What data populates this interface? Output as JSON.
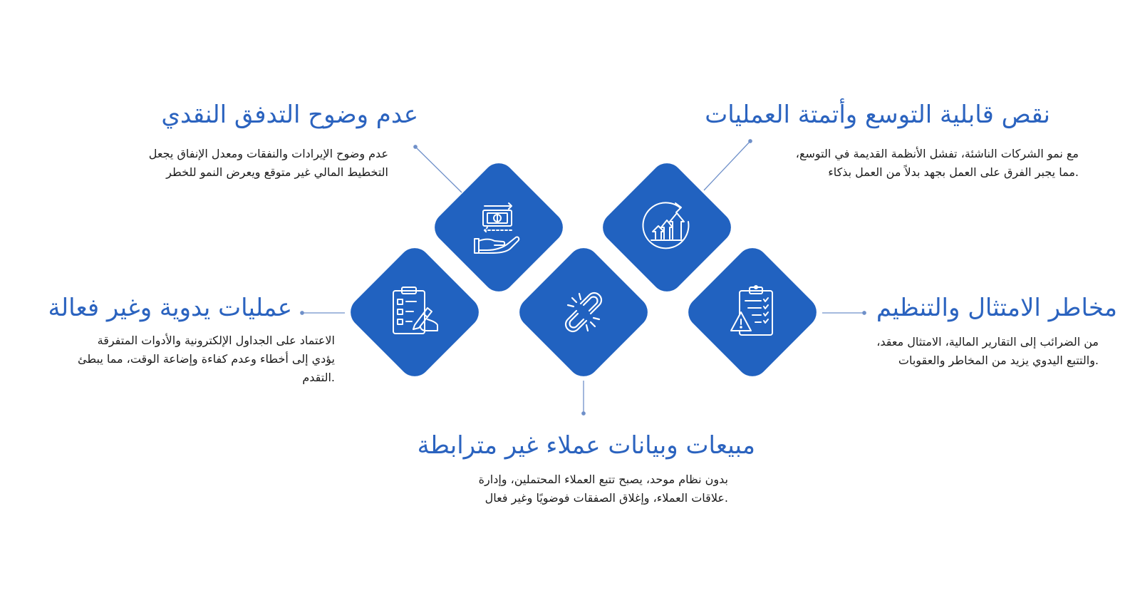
{
  "colors": {
    "accent": "#2162c0",
    "title": "#2b63bf",
    "text": "#1b1b1b",
    "line": "#6f90c9"
  },
  "items": {
    "cash_flow": {
      "title": "عدم وضوح التدفق النقدي",
      "desc": "عدم وضوح الإيرادات والنفقات ومعدل الإنفاق يجعل\nالتخطيط المالي غير متوقع ويعرض النمو للخطر",
      "icon": "money-hand-icon"
    },
    "scalability": {
      "title": "نقص قابلية التوسع وأتمتة العمليات",
      "desc": "مع نمو الشركات الناشئة، تفشل الأنظمة القديمة في التوسع،\n.مما يجبر الفرق على العمل بجهد بدلاً من العمل بذكاء",
      "icon": "growth-chart-icon"
    },
    "manual_ops": {
      "title": "عمليات يدوية وغير فعالة",
      "desc": "الاعتماد على الجداول الإلكترونية والأدوات المتفرقة\nيؤدي إلى أخطاء وعدم كفاءة وإضاعة الوقت، مما يبطئ\n.التقدم",
      "icon": "clipboard-checklist-icon"
    },
    "compliance": {
      "title": "مخاطر الامتثال والتنظيم",
      "desc": "من الضرائب إلى التقارير المالية، الامتثال معقد،\n.والتتبع اليدوي يزيد من المخاطر والعقوبات",
      "icon": "warning-checklist-icon"
    },
    "sales_data": {
      "title": "مبيعات وبيانات عملاء غير مترابطة",
      "desc": "بدون نظام موحد، يصبح تتبع العملاء المحتملين، وإدارة\n.علاقات العملاء، وإغلاق الصفقات فوضويًا وغير فعال",
      "icon": "broken-link-icon"
    }
  }
}
